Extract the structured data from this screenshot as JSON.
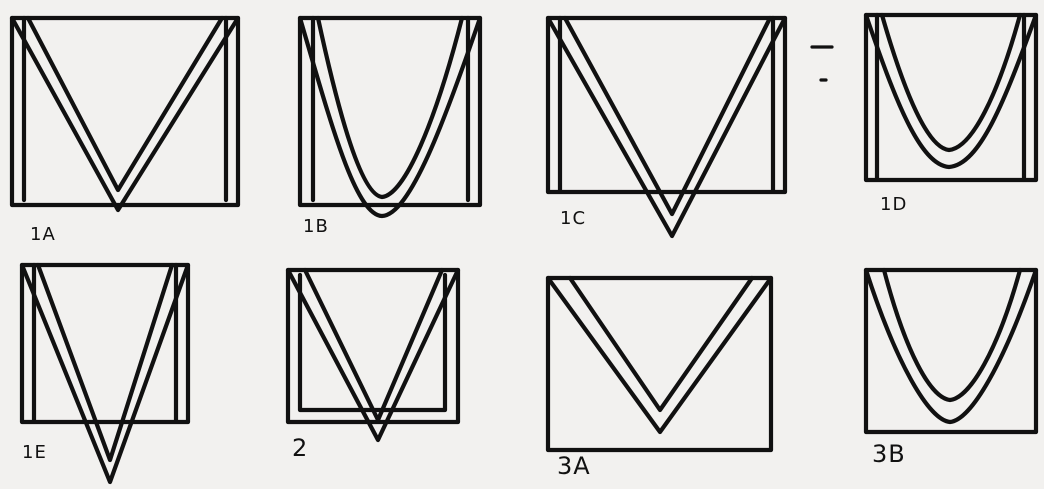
{
  "figures": [
    {
      "label": "1A"
    },
    {
      "label": "1B"
    },
    {
      "label": "1C"
    },
    {
      "label": "1D"
    },
    {
      "label": "1E"
    },
    {
      "label": "2"
    },
    {
      "label": "3A"
    },
    {
      "label": "3B"
    }
  ],
  "colors": {
    "paper": "#f2f1ef",
    "ink": "#111111"
  }
}
